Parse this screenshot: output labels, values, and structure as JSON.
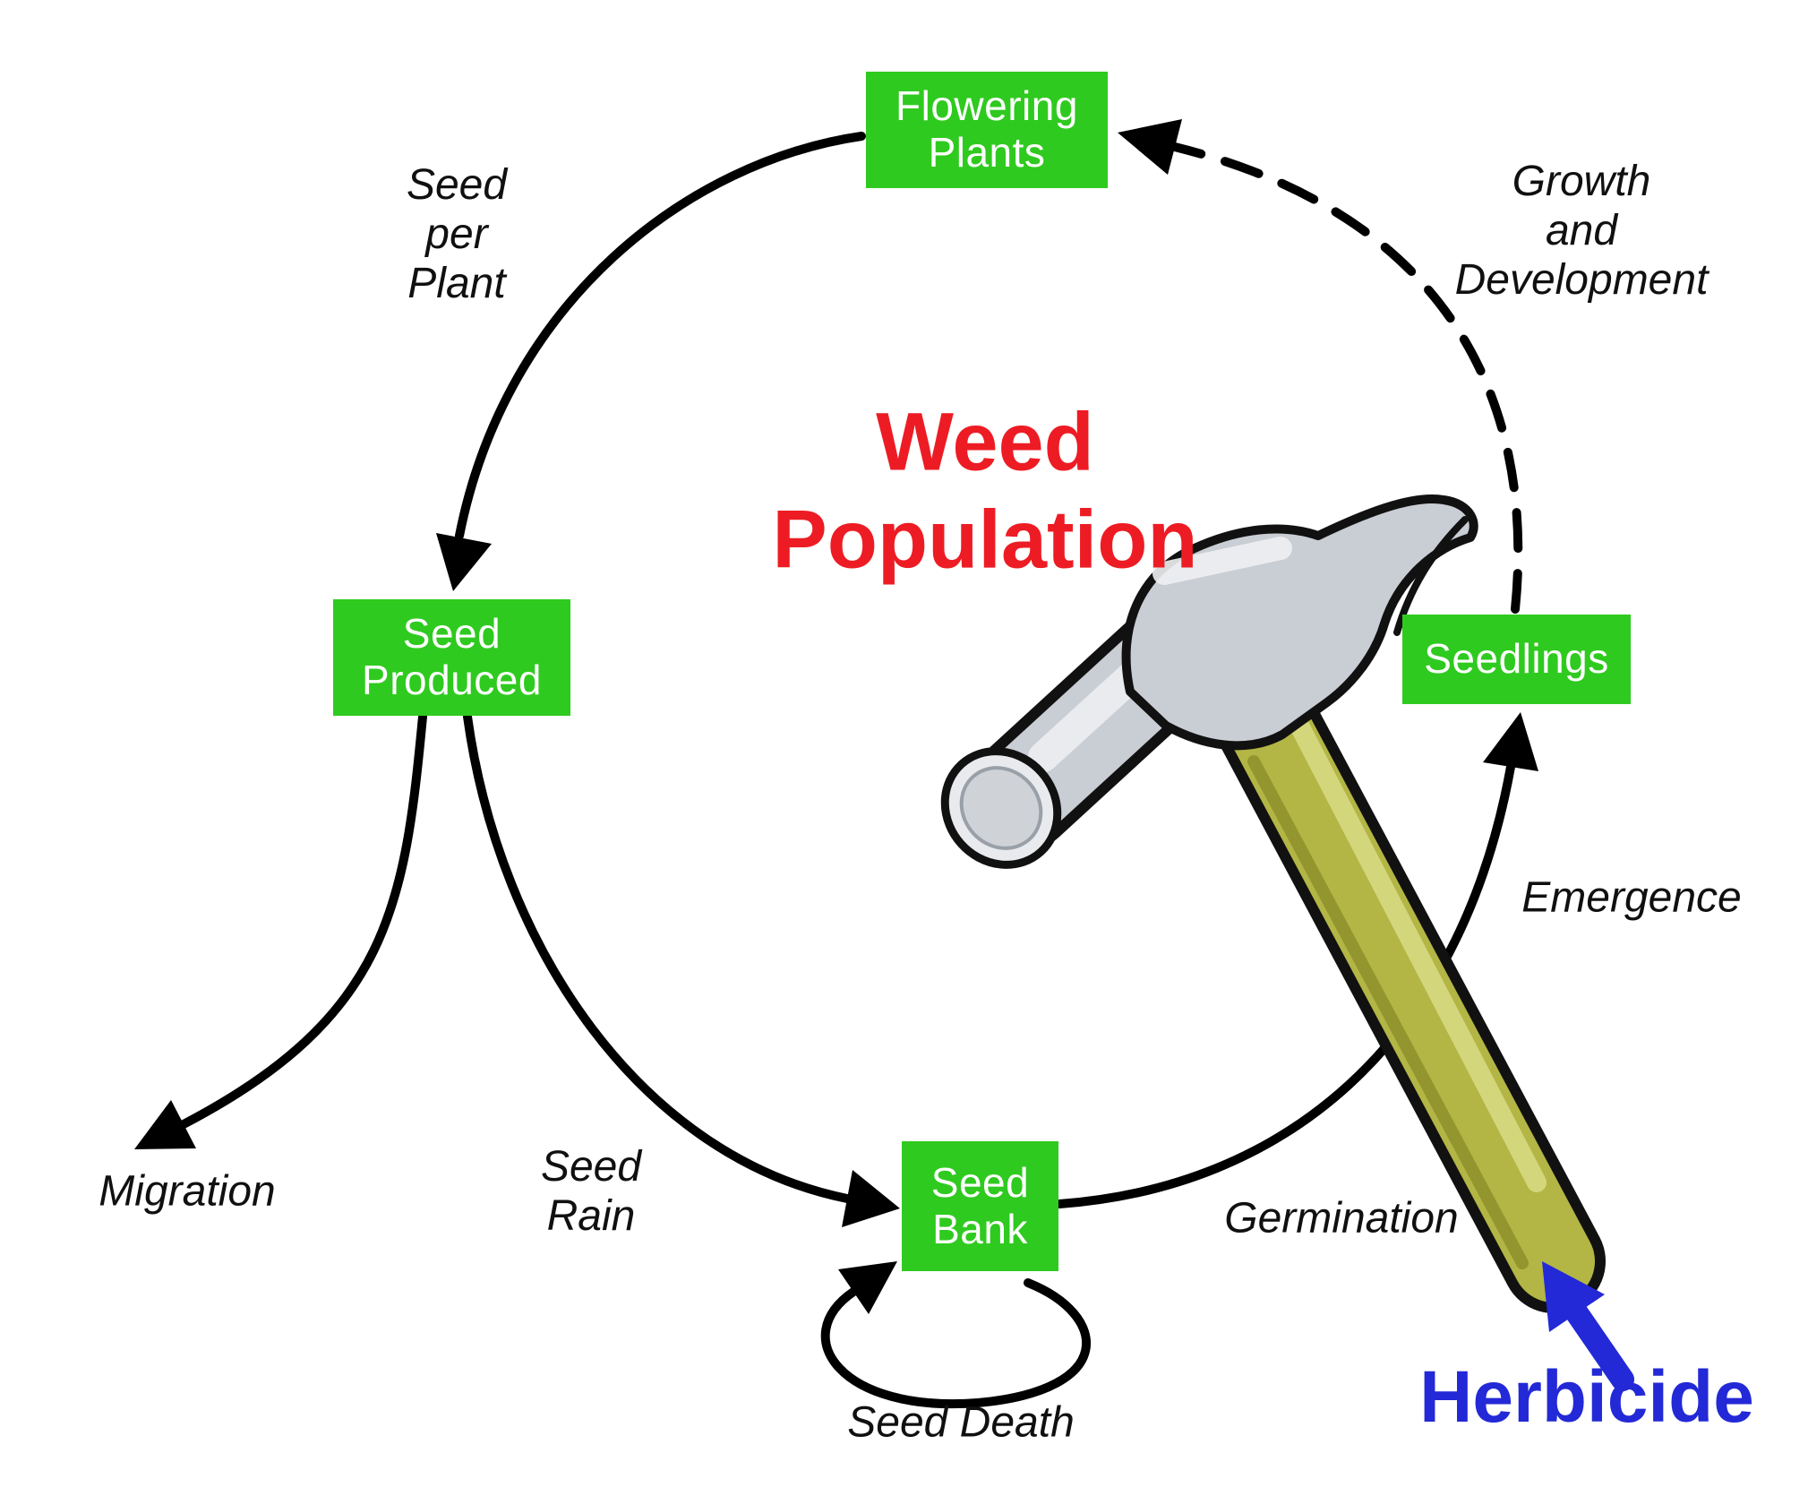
{
  "title": "Weed\nPopulation",
  "nodes": {
    "flowering_plants": {
      "label": "Flowering\nPlants"
    },
    "seed_produced": {
      "label": "Seed\nProduced"
    },
    "seed_bank": {
      "label": "Seed\nBank"
    },
    "seedlings": {
      "label": "Seedlings"
    }
  },
  "labels": {
    "seed_per_plant": "Seed\nper\nPlant",
    "growth_and_development": "Growth\nand\nDevelopment",
    "emergence": "Emergence",
    "germination": "Germination",
    "seed_rain": "Seed\nRain",
    "migration": "Migration",
    "seed_death": "Seed Death"
  },
  "herbicide": {
    "label": "Herbicide"
  },
  "icons": {
    "hammer": "hammer-icon",
    "arrows": "arrowhead-icon"
  },
  "theme": {
    "background": "#ffffff",
    "node_color": "#2fca1f",
    "node_text_color": "#ffffff",
    "title_color": "#ed1c24",
    "herbicide_color": "#2329d6",
    "stroke_color": "#000000",
    "handle_color": "#b3b545",
    "head_color": "#c9cdd4"
  }
}
